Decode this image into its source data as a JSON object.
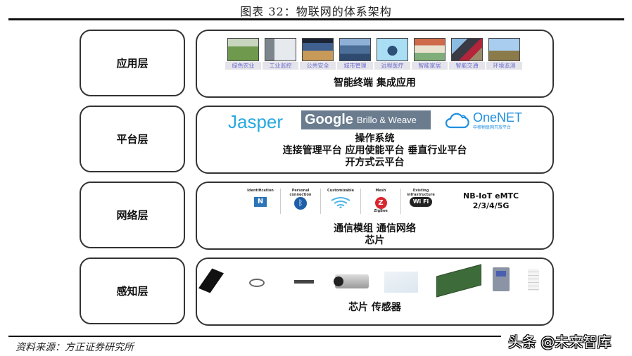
{
  "title": "图表 32：物联网的体系架构",
  "layers": [
    {
      "label": "应用层",
      "tiles": [
        {
          "caption": "绿色农业",
          "icon": "farm-field-photo",
          "colors": [
            "#8ab56a",
            "#d9e5c8"
          ]
        },
        {
          "caption": "工业监控",
          "icon": "industrial-tower-photo",
          "colors": [
            "#bfc6cc",
            "#6e7780"
          ]
        },
        {
          "caption": "公共安全",
          "icon": "control-room-photo",
          "colors": [
            "#2b3a55",
            "#d4a25a"
          ]
        },
        {
          "caption": "城市管理",
          "icon": "city-skyline-photo",
          "colors": [
            "#3f6ea0",
            "#9ab0c8"
          ]
        },
        {
          "caption": "远程医疗",
          "icon": "telemedicine-photo",
          "colors": [
            "#8fd2ef",
            "#ffffff"
          ]
        },
        {
          "caption": "智能家居",
          "icon": "smart-home-photo",
          "colors": [
            "#c98b5d",
            "#7ab07c"
          ]
        },
        {
          "caption": "智能交通",
          "icon": "truck-photo",
          "colors": [
            "#b4243a",
            "#7fb2dc"
          ]
        },
        {
          "caption": "环境监测",
          "icon": "weather-station-photo",
          "colors": [
            "#9cc5e8",
            "#8b7a4a"
          ]
        }
      ],
      "lines": [
        "智能终端  集成应用"
      ]
    },
    {
      "label": "平台层",
      "logos": {
        "jasper": "Jasper",
        "google_main": "Google",
        "google_sub": "Brillo & Weave",
        "onenet_name": "OneNET",
        "onenet_sub": "中移物联网开放平台"
      },
      "lines": [
        "操作系统",
        "连接管理平台  应用使能平台  垂直行业平台",
        "开方式云平台"
      ]
    },
    {
      "label": "网络层",
      "icons": [
        {
          "caption": "Identification",
          "icon": "nfc-icon"
        },
        {
          "caption": "Personal connection",
          "icon": "bluetooth-icon"
        },
        {
          "caption": "Customizable",
          "icon": "wifi-waves-icon"
        },
        {
          "caption": "Mesh",
          "icon": "zigbee-icon",
          "sub": "ZigBee"
        },
        {
          "caption": "Existing infrastructure",
          "icon": "wifi-logo-icon"
        }
      ],
      "standards": [
        "NB-IoT eMTC",
        "2/3/4/5G"
      ],
      "lines": [
        "通信模组  通信网络",
        "芯片"
      ]
    },
    {
      "label": "感知层",
      "devices": [
        "phone-chip-device",
        "cable-sensor",
        "valve-sensor",
        "camera-sensor",
        "handheld-scanner",
        "circuit-board",
        "meter-box",
        "weather-sensor"
      ],
      "lines": [
        "芯片  传感器"
      ]
    }
  ],
  "source": "资料来源：方正证券研究所",
  "watermark": "头条 @未来智库",
  "colors": {
    "border": "#333333",
    "caption_text": "#6b6bd0",
    "caption_bg": "#e4e4ea",
    "jasper_blue": "#27a9e0",
    "google_bg": "#6a7c8e",
    "onenet_blue": "#1f8fe0"
  }
}
